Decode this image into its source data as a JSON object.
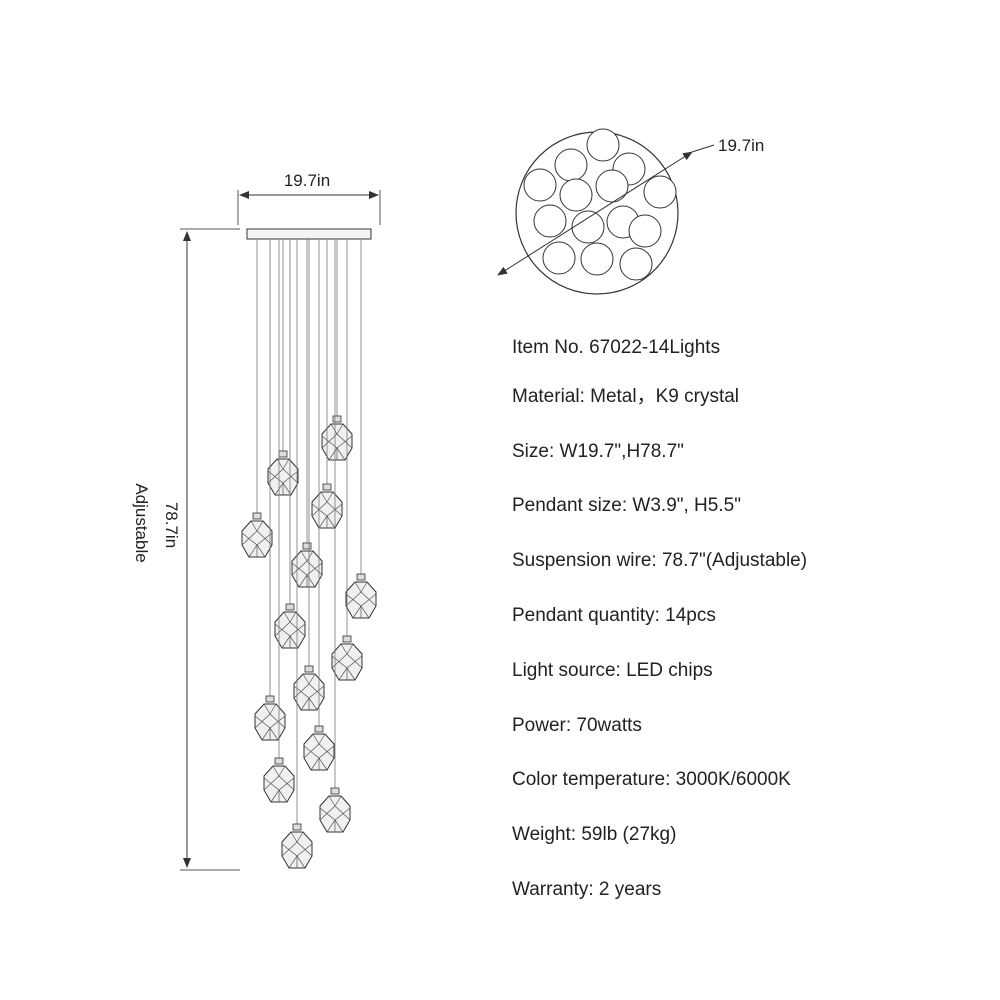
{
  "dimensions": {
    "canopy_width": "19.7in",
    "top_view_diameter": "19.7in",
    "height": "78.7in",
    "height_note": "Adjustable"
  },
  "specs": [
    {
      "text": "Item No. 67022-14Lights"
    },
    {
      "text": "Material: Metal，K9 crystal"
    },
    {
      "text": "Size: W19.7\",H78.7\""
    },
    {
      "text": "Pendant size: W3.9\", H5.5\""
    },
    {
      "text": "Suspension wire: 78.7\"(Adjustable)"
    },
    {
      "text": "Pendant quantity: 14pcs"
    },
    {
      "text": "Light source:  LED chips"
    },
    {
      "text": "Power: 70watts"
    },
    {
      "text": "Color temperature: 3000K/6000K"
    },
    {
      "text": "Weight: 59lb (27kg)"
    },
    {
      "text": "Warranty: 2 years"
    }
  ],
  "colors": {
    "line": "#333333",
    "pendant_fill": "#eef0f2",
    "text": "#222222"
  }
}
